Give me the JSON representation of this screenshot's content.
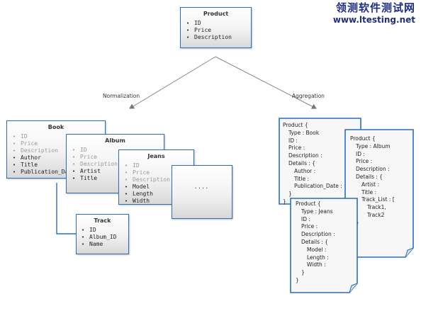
{
  "watermark": {
    "cn": "领测软件测试网",
    "en": "www.ltesting.net"
  },
  "labels": {
    "normalization": "Normalization",
    "aggregation": "Aggregation"
  },
  "product": {
    "title": "Product",
    "fields": [
      "ID",
      "Price",
      "Description"
    ]
  },
  "book": {
    "title": "Book",
    "fields": [
      {
        "text": "ID",
        "inherited": true
      },
      {
        "text": "Price",
        "inherited": true
      },
      {
        "text": "Description",
        "inherited": true
      },
      {
        "text": "Author",
        "inherited": false
      },
      {
        "text": "Title",
        "inherited": false
      },
      {
        "text": "Publication_Date",
        "inherited": false
      }
    ]
  },
  "album": {
    "title": "Album",
    "fields": [
      {
        "text": "ID",
        "inherited": true
      },
      {
        "text": "Price",
        "inherited": true
      },
      {
        "text": "Description",
        "inherited": true
      },
      {
        "text": "Artist",
        "inherited": false
      },
      {
        "text": "Title",
        "inherited": false
      }
    ]
  },
  "jeans": {
    "title": "Jeans",
    "fields": [
      {
        "text": "ID",
        "inherited": true
      },
      {
        "text": "Price",
        "inherited": true
      },
      {
        "text": "Description",
        "inherited": true
      },
      {
        "text": "Model",
        "inherited": false
      },
      {
        "text": "Length",
        "inherited": false
      },
      {
        "text": "Width",
        "inherited": false
      }
    ]
  },
  "more": {
    "text": "...."
  },
  "track": {
    "title": "Track",
    "fields": [
      "ID",
      "Album_ID",
      "Name"
    ]
  },
  "docs": {
    "book": [
      "Product {",
      "  Type : Book",
      "  ID :",
      "  Price :",
      "  Description :",
      "  Details : {",
      "    Author :",
      "    Title :",
      "    Publication_Date :",
      "  }",
      "}"
    ],
    "album": [
      "Product {",
      "  Type : Album",
      "  ID :",
      "  Price :",
      "  Description :",
      "  Details : {",
      "    Artist :",
      "    Title :",
      "    Track_List : [",
      "      Track1,",
      "      Track2",
      "  }",
      "}"
    ],
    "jeans": [
      "Product {",
      "  Type : Jeans",
      "  ID :",
      "  Price :",
      "  Description :",
      "  Details : {",
      "    Model :",
      "    Length :",
      "    Width :",
      "  }",
      "}"
    ]
  }
}
